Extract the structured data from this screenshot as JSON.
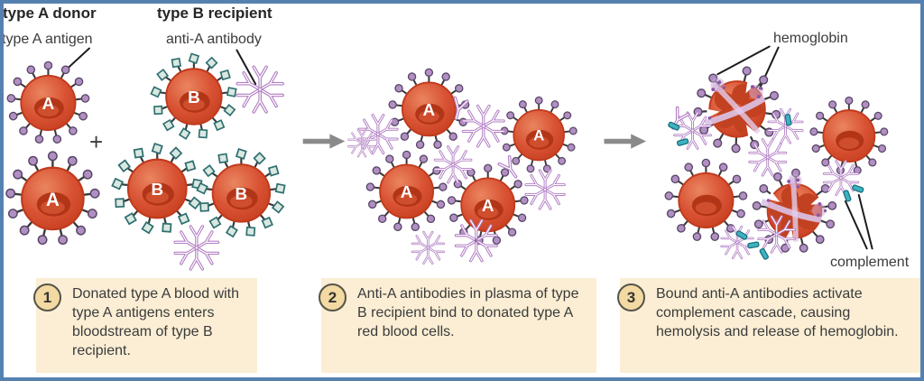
{
  "header": {
    "donor": "type A donor",
    "recipient": "type B recipient"
  },
  "labels": {
    "antigen": "type A antigen",
    "antibody": "anti-A antibody",
    "hemoglobin": "hemoglobin",
    "complement": "complement",
    "plus": "+"
  },
  "cells": {
    "a_letter": "A",
    "b_letter": "B"
  },
  "captions": [
    {
      "number": "1",
      "text": "Donated type A blood with type A antigens enters bloodstream of type B recipient."
    },
    {
      "number": "2",
      "text": "Anti-A antibodies in plasma of type B recipient bind to donated type A red blood cells."
    },
    {
      "number": "3",
      "text": "Bound anti-A antibodies activate complement cascade, causing hemolysis and release of hemoglobin."
    }
  ],
  "colors": {
    "frame_blue": "#5581b1",
    "caption_bg": "#fbeed4",
    "caption_circle": "#f3d9a2",
    "cell_red": "#d85233",
    "antigen_purple": "#b18fc2",
    "antibody_purple": "#b27fc4",
    "antigen_b_teal": "#2e6e70",
    "complement_teal": "#3fb3c0",
    "arrow_gray": "#8a8a8a",
    "text_dark": "#3b3b3b"
  }
}
